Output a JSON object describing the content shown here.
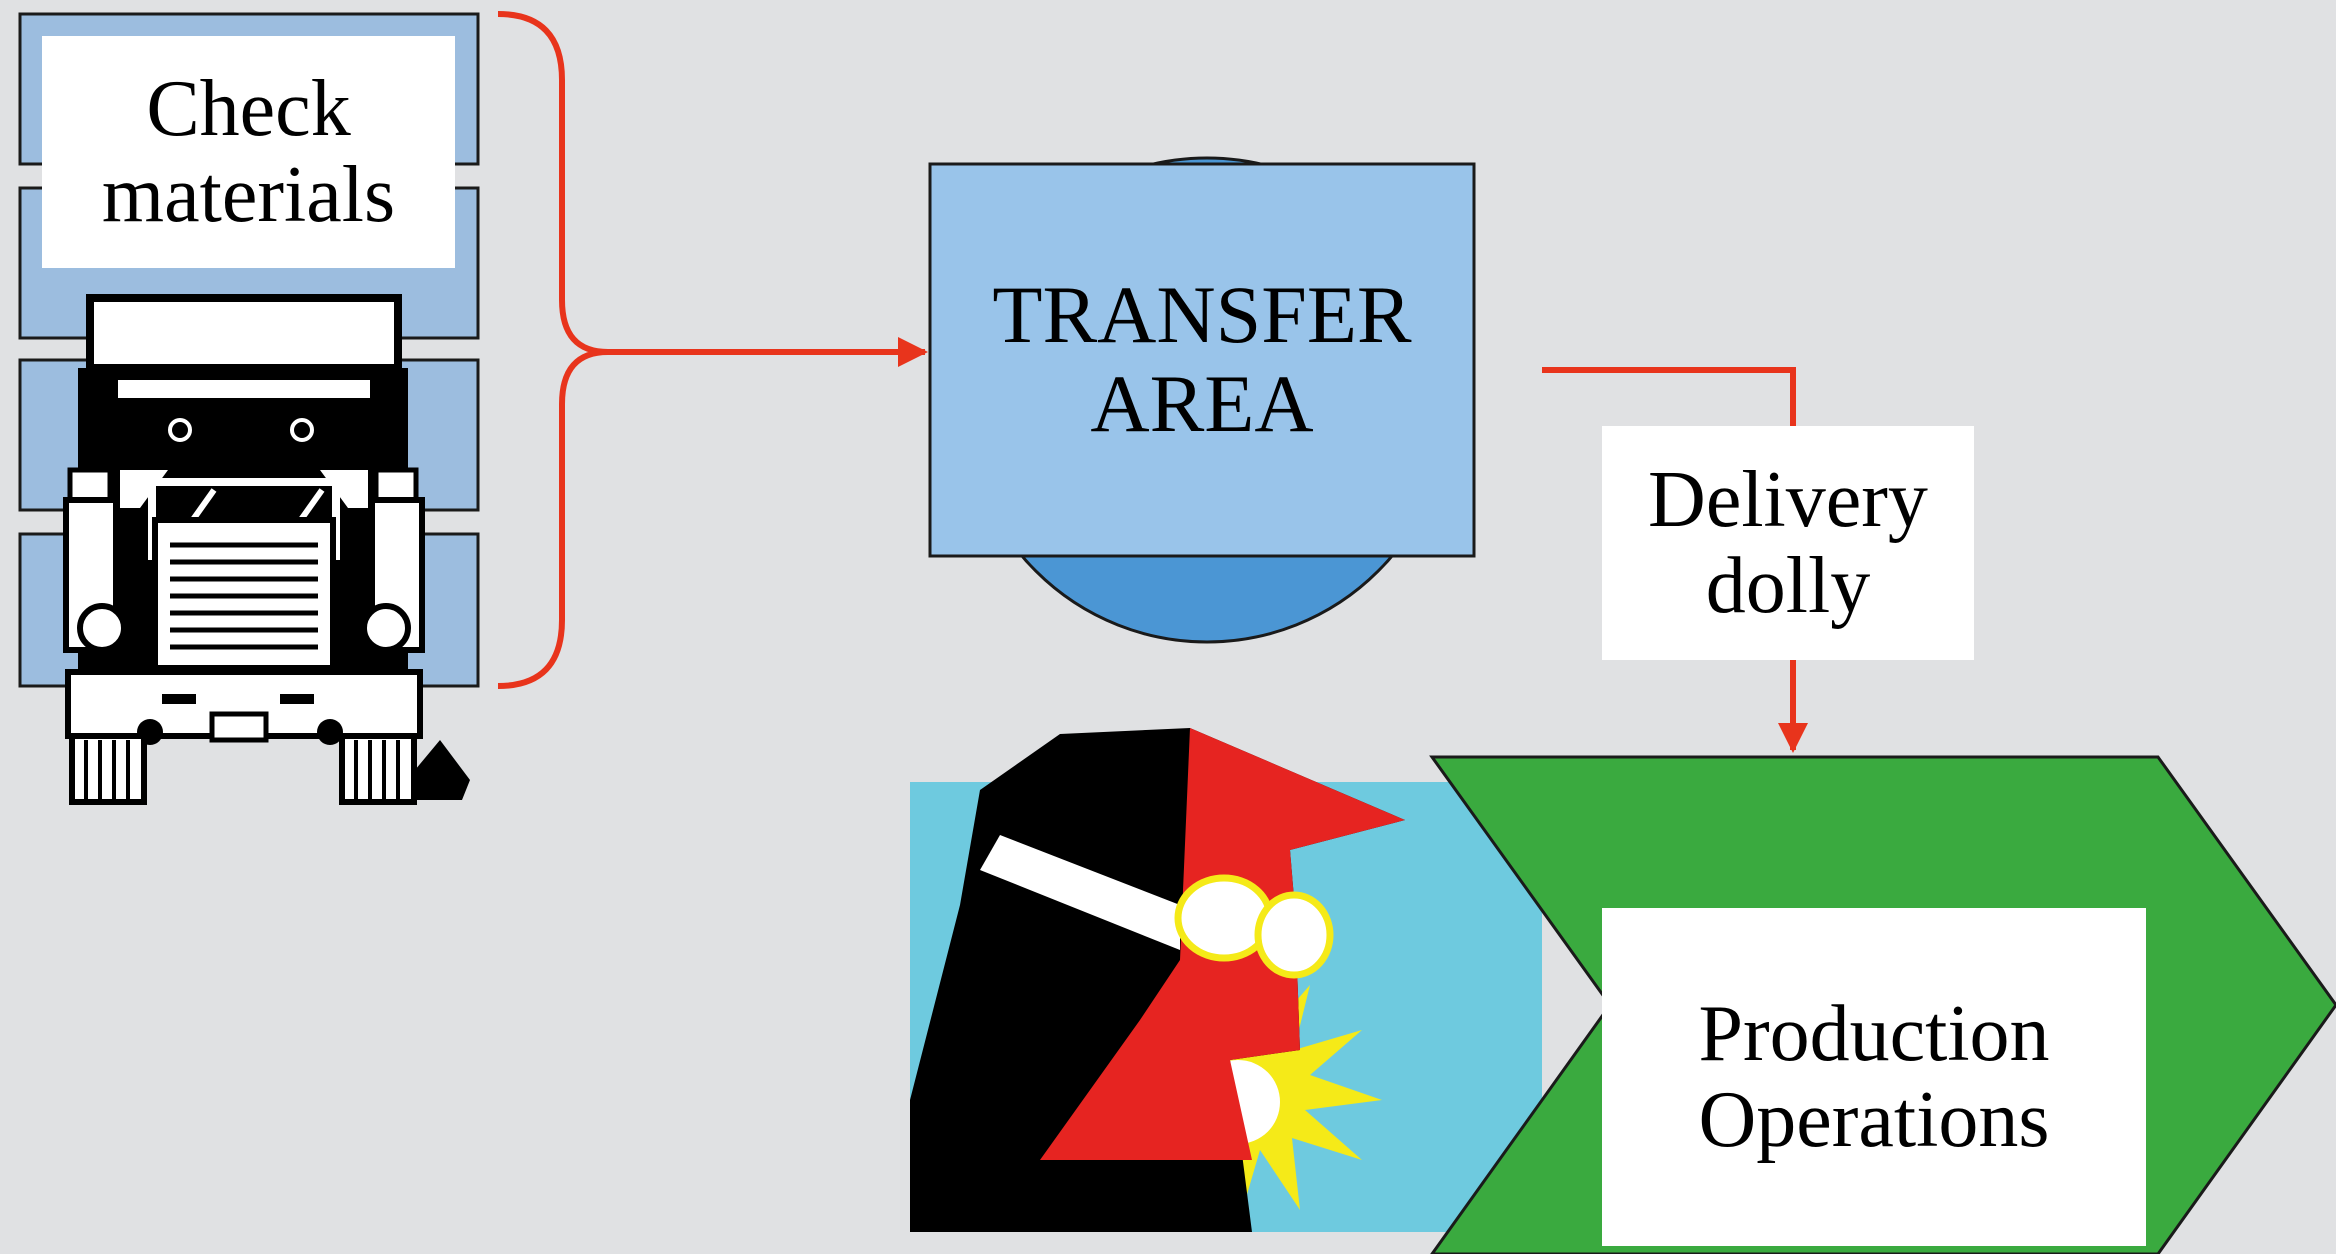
{
  "colors": {
    "background": "#e0e1e3",
    "flow_arrow": "#e8341c",
    "dock_panel": "#9cbddf",
    "transfer_box": "#99c4ea",
    "transfer_circle": "#4b96d4",
    "production_chevron": "#3aaa3f",
    "sky": "#6ecadf",
    "worker_red": "#e62421",
    "spark_yellow": "#f5ea18"
  },
  "nodes": {
    "check_materials": {
      "line1": "Check",
      "line2": "materials"
    },
    "transfer_area": {
      "line1": "TRANSFER",
      "line2": "AREA"
    },
    "delivery_dolly": {
      "line1": "Delivery",
      "line2": "dolly"
    },
    "production_operations": {
      "line1": "Production",
      "line2": "Operations"
    }
  },
  "icons": {
    "truck": "semi-truck-icon",
    "worker": "welder-worker-icon"
  }
}
